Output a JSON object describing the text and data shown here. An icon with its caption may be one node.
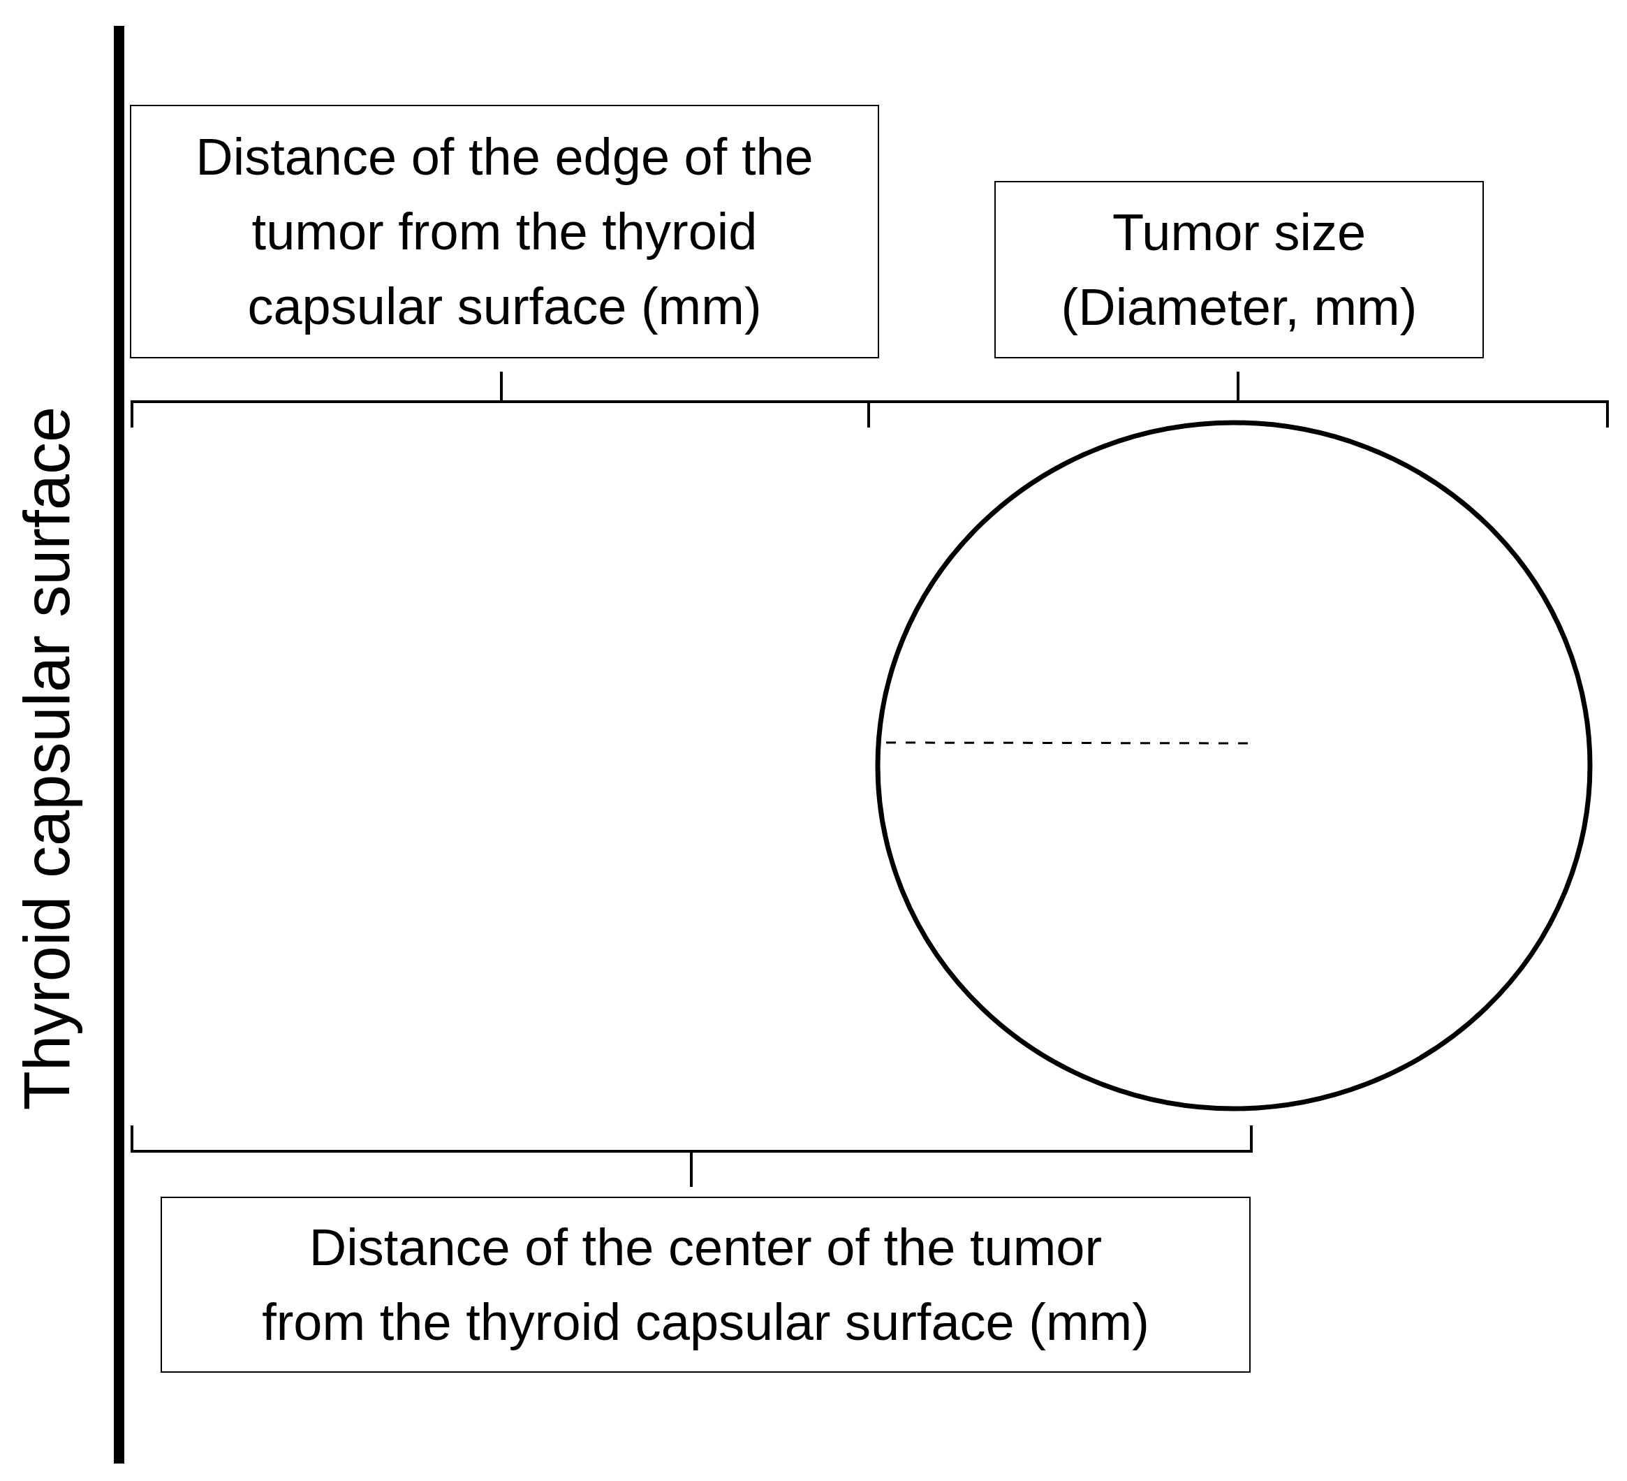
{
  "diagram": {
    "nodes": [
      {
        "text": [
          "Distance of the edge of the tumor from the thyroid capsular surface (mm)"
        ]
      },
      {
        "text": [
          "Tumor size (Diameter, mm)"
        ]
      },
      {
        "text": [
          "Distance of the center of the tumor from the thyroid capsular surface (mm)"
        ]
      }
    ],
    "labels": [
      "Thyroid capsular surface"
    ]
  }
}
